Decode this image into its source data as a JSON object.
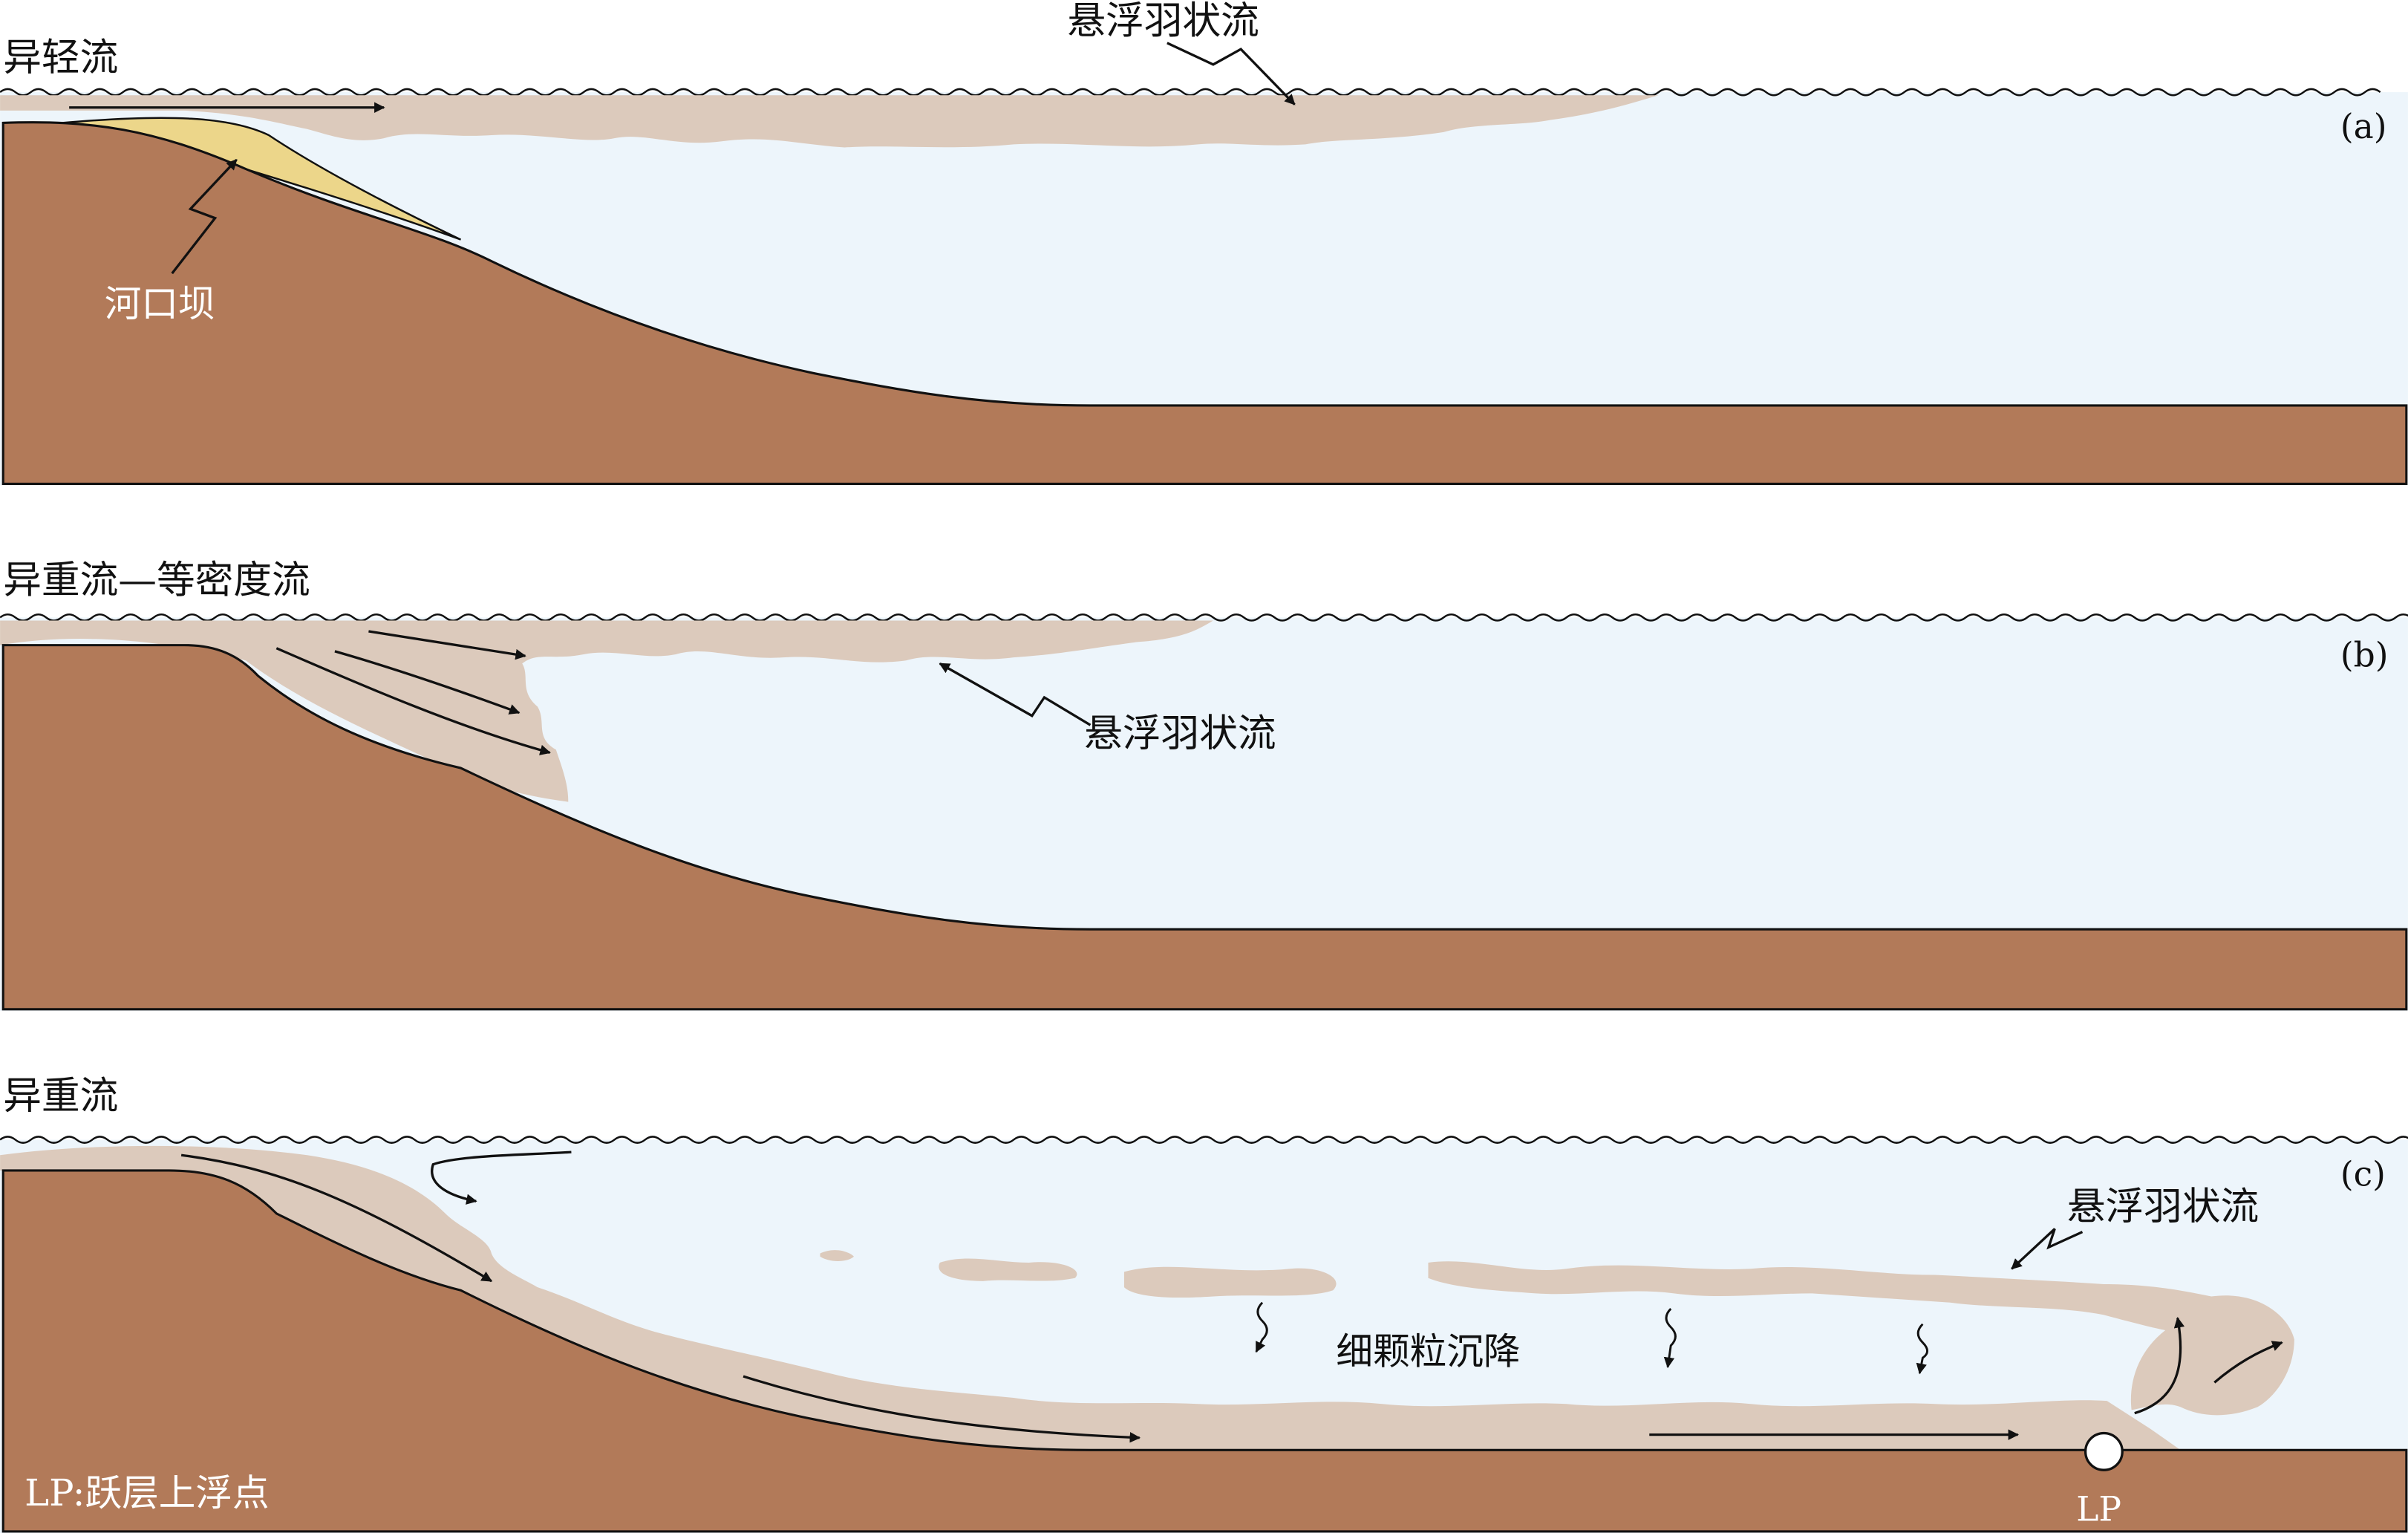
{
  "colors": {
    "water": "#edf5fb",
    "sediment": "#b27a59",
    "plume": "#dccabc",
    "bar": "#ecd68a",
    "line": "#111111"
  },
  "panel_a": {
    "title": "异轻流",
    "tag": "(a)",
    "plume_label": "悬浮羽状流",
    "bar_label": "河口坝"
  },
  "panel_b": {
    "title": "异重流—等密度流",
    "tag": "(b)",
    "plume_label": "悬浮羽状流"
  },
  "panel_c": {
    "title": "异重流",
    "tag": "(c)",
    "plume_label": "悬浮羽状流",
    "settling_label": "细颗粒沉降",
    "lp_label": "LP",
    "legend": "LP:跃层上浮点"
  }
}
